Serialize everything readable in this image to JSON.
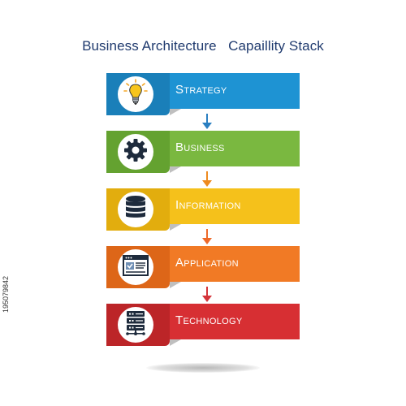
{
  "title": "Business Architecture   Capaillity Stack",
  "stock_id": "195079842",
  "colors": {
    "title": "#1f3a6e",
    "arrow_blue": "#2a7fc1",
    "arrow_orange": "#ee8a1e"
  },
  "layers": [
    {
      "label": "Strategy",
      "icon": "lightbulb-icon",
      "band": "#1e93d3",
      "tab": "#1a7fb9",
      "arrow": "#2a7fc1"
    },
    {
      "label": "Business",
      "icon": "gear-icon",
      "band": "#7ab840",
      "tab": "#64a230",
      "arrow": "#ee8a1e"
    },
    {
      "label": "Information",
      "icon": "database-icon",
      "band": "#f5c11b",
      "tab": "#e2ad0e",
      "arrow": "#ee6a2a"
    },
    {
      "label": "Application",
      "icon": "browser-window-icon",
      "band": "#f17a25",
      "tab": "#dd6618",
      "arrow": "#d4343a"
    },
    {
      "label": "Technology",
      "icon": "server-icon",
      "band": "#d72f33",
      "tab": "#bc2528",
      "arrow": null
    }
  ]
}
